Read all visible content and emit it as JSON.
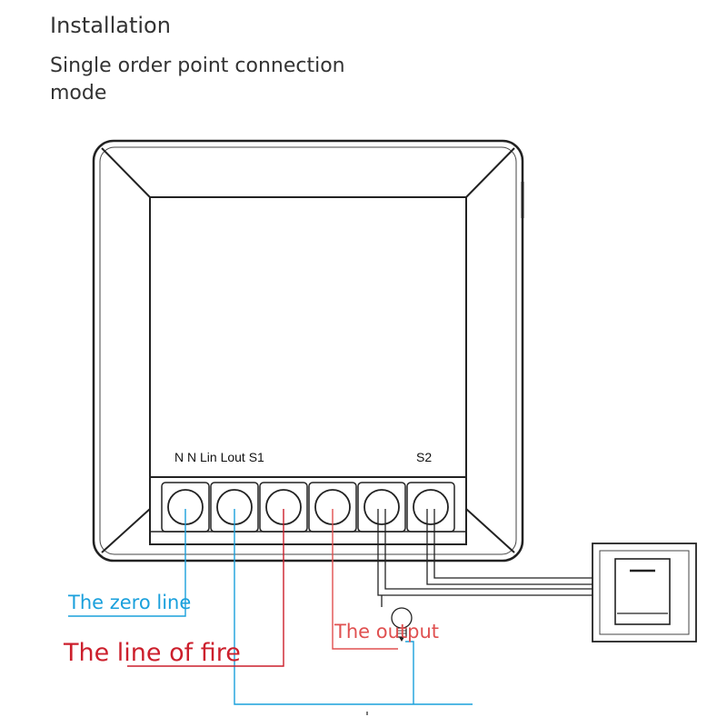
{
  "header": {
    "title": "Installation",
    "subtitle": "Single order point connection mode"
  },
  "device": {
    "terminals": [
      "N",
      "N",
      "Lin",
      "Lout",
      "S1",
      "S2"
    ],
    "terminal_label_left": "N N Lin Lout S1",
    "terminal_label_right": "S2"
  },
  "labels": {
    "zero_line": "The zero line",
    "fire_line": "The line of fire",
    "output": "The output"
  },
  "colors": {
    "zero_line": "#1aa0dc",
    "fire_line": "#cc1f2c",
    "output": "#e05050",
    "outline": "#222222"
  }
}
